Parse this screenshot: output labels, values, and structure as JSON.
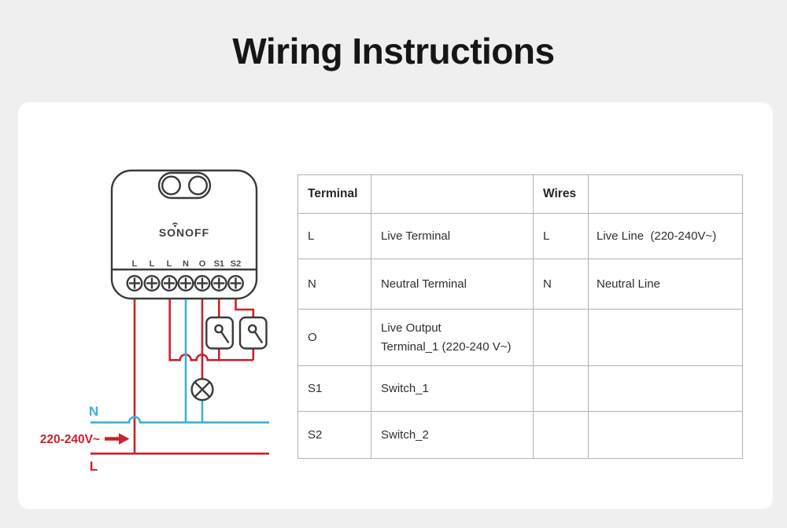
{
  "title": "Wiring Instructions",
  "diagram": {
    "device": {
      "brand": "SONOFF",
      "terminals": [
        "L",
        "L",
        "L",
        "N",
        "O",
        "S1",
        "S2"
      ]
    },
    "labels": {
      "neutral": "N",
      "live": "L",
      "voltage": "220-240V~"
    },
    "colors": {
      "live_wire": "#c9232b",
      "neutral_wire": "#3bb2da",
      "outline": "#3a3a3a"
    }
  },
  "table": {
    "headers": [
      "Terminal",
      "",
      "Wires",
      ""
    ],
    "rows": [
      {
        "cells": [
          "L",
          "Live Terminal",
          "L",
          "Live Line  (220-240V~)"
        ]
      },
      {
        "cells": [
          "N",
          "Neutral Terminal",
          "N",
          "Neutral Line"
        ]
      },
      {
        "cells": [
          "O",
          "Live Output\nTerminal_1 (220-240 V~)",
          "",
          ""
        ]
      },
      {
        "cells": [
          "S1",
          "Switch_1",
          "",
          ""
        ]
      },
      {
        "cells": [
          "S2",
          "Switch_2",
          "",
          ""
        ]
      }
    ]
  }
}
